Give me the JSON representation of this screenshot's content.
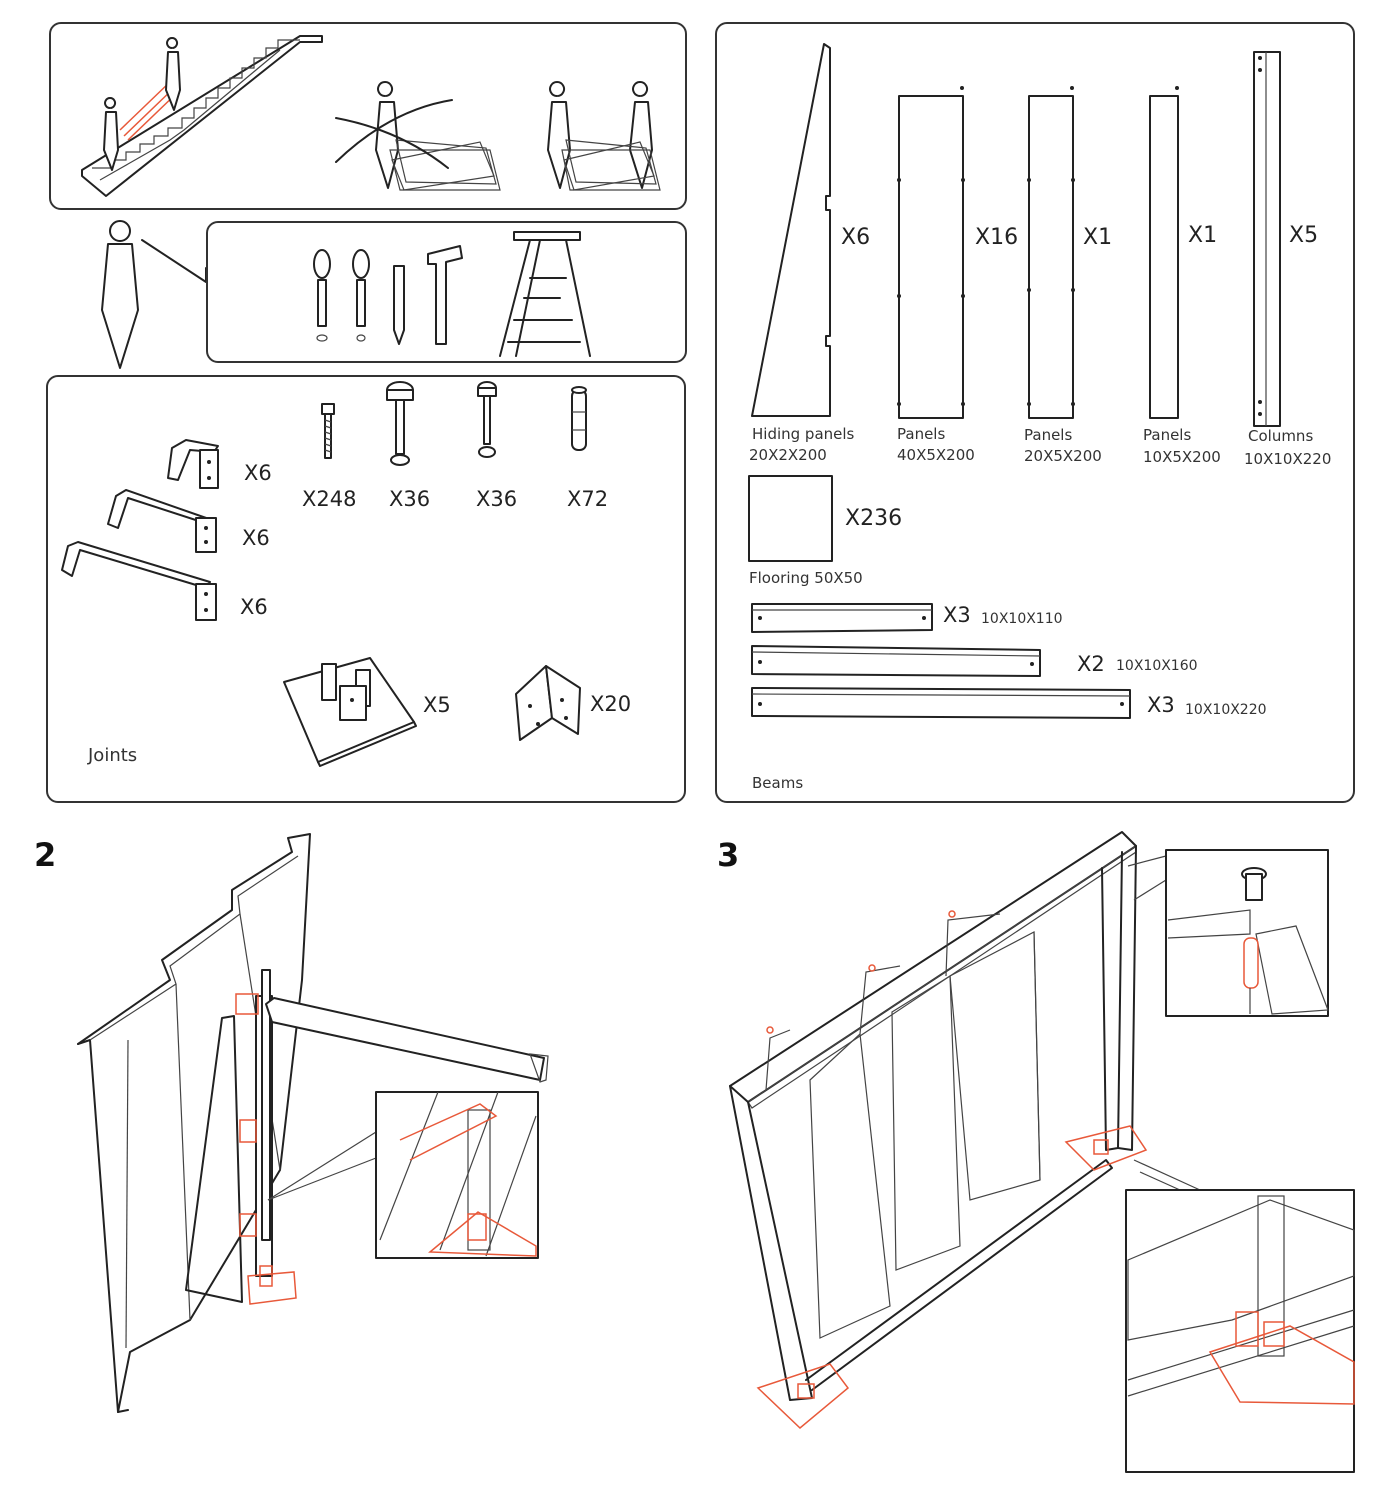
{
  "joints": {
    "title": "Joints",
    "bracket_small_qty": "X6",
    "bracket_medium_qty": "X6",
    "bracket_large_qty": "X6",
    "bolt_qty": "X248",
    "large_pin_qty": "X36",
    "small_pin_qty": "X36",
    "hinge_qty": "X72",
    "base_plate_qty": "X5",
    "angle_plate_qty": "X20"
  },
  "parts": {
    "hiding_panels": {
      "qty": "X6",
      "name": "Hiding panels",
      "size": "20X2X200"
    },
    "panels_40": {
      "qty": "X16",
      "name": "Panels",
      "size": "40X5X200"
    },
    "panels_20": {
      "qty": "X1",
      "name": "Panels",
      "size": "20X5X200"
    },
    "panels_10": {
      "qty": "X1",
      "name": "Panels",
      "size": "10X5X200"
    },
    "columns": {
      "qty": "X5",
      "name": "Columns",
      "size": "10X10X220"
    },
    "flooring": {
      "qty": "X236",
      "label": "Flooring 50X50"
    },
    "beams": {
      "title": "Beams",
      "items": [
        {
          "qty": "X3",
          "size": "10X10X110"
        },
        {
          "qty": "X2",
          "size": "10X10X160"
        },
        {
          "qty": "X3",
          "size": "10X10X220"
        }
      ]
    }
  },
  "steps": {
    "step2": "2",
    "step3": "3"
  },
  "colors": {
    "line": "#222222",
    "accent": "#e8593a",
    "background": "#ffffff"
  }
}
